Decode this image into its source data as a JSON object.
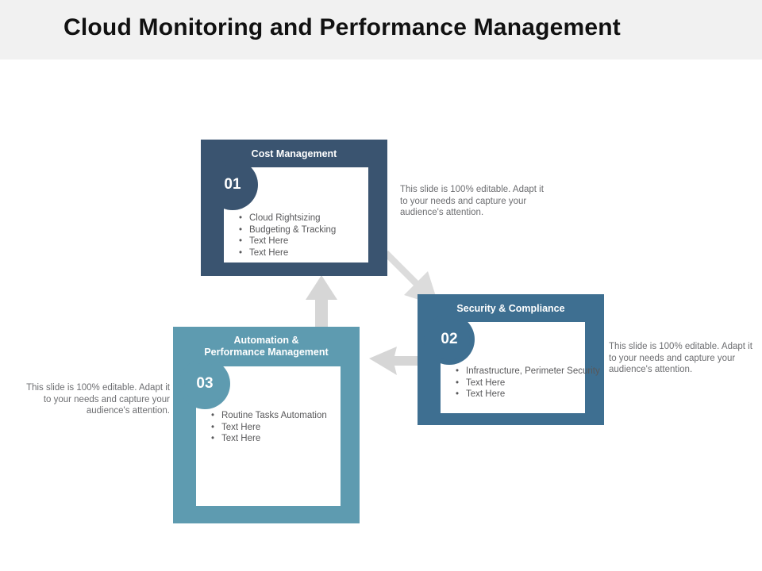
{
  "header": {
    "title": "Cloud Monitoring and Performance Management",
    "band_color": "#f1f1f1"
  },
  "notes": {
    "note_01": "This slide is 100% editable. Adapt it to your needs and capture your audience's attention.",
    "note_02": "This slide is 100% editable. Adapt it to your needs and capture your audience's attention.",
    "note_03": "This slide is 100% editable. Adapt it to your needs and capture your audience's attention."
  },
  "cards": [
    {
      "number": "01",
      "title": "Cost Management",
      "color": "#3a5470",
      "bullets": [
        "Cloud Rightsizing",
        "Budgeting & Tracking",
        "Text Here",
        "Text Here"
      ]
    },
    {
      "number": "02",
      "title": "Security & Compliance",
      "color": "#3e6f91",
      "bullets": [
        "Infrastructure, Perimeter Security",
        "Text Here",
        "Text Here"
      ]
    },
    {
      "number": "03",
      "title_line1": "Automation &",
      "title_line2": "Performance Management",
      "color": "#5e9bb0",
      "bullets": [
        "Routine Tasks Automation",
        "Text Here",
        "Text Here"
      ]
    }
  ],
  "arrows": [
    {
      "name": "arrow-01-to-02",
      "direction": "down-right",
      "color": "#dcdcdc"
    },
    {
      "name": "arrow-02-to-03",
      "direction": "left",
      "color": "#d5d5d5"
    },
    {
      "name": "arrow-03-to-01",
      "direction": "up",
      "color": "#d5d5d5"
    }
  ]
}
